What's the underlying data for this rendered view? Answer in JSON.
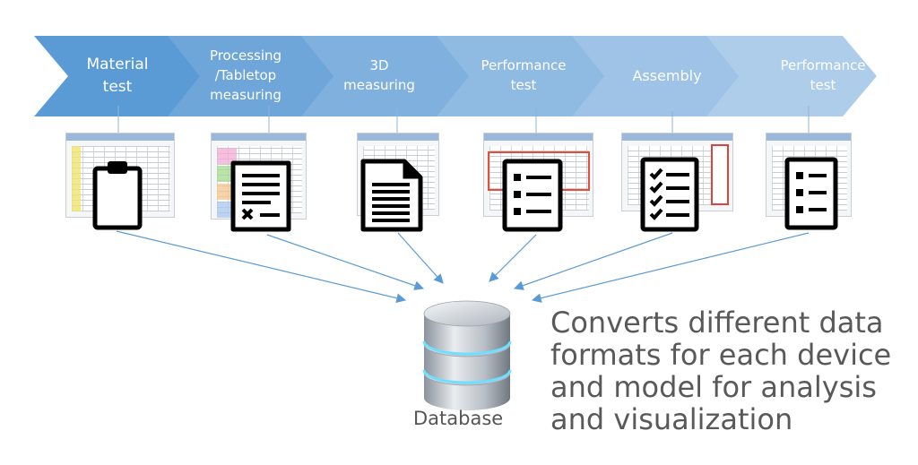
{
  "process_steps": [
    {
      "label": "Material\ntest",
      "color": "#5b9bd5"
    },
    {
      "label": "Processing\n/Tabletop\nmeasuring",
      "color": "#6ea6da"
    },
    {
      "label": "3D\nmeasuring",
      "color": "#80b1de"
    },
    {
      "label": "Performance\ntest",
      "color": "#8fbae2"
    },
    {
      "label": "Assembly",
      "color": "#9ec3e6"
    },
    {
      "label": "Performance\ntest",
      "color": "#aecdea"
    }
  ],
  "document_icons": [
    "clipboard-icon",
    "form-icon",
    "document-icon",
    "checklist-icon",
    "checkmark-list-icon",
    "checklist-icon"
  ],
  "database": {
    "label": "Database",
    "icon": "database-icon"
  },
  "description": [
    "Converts different data",
    "formats for each device",
    "and model for analysis",
    "and visualization"
  ]
}
